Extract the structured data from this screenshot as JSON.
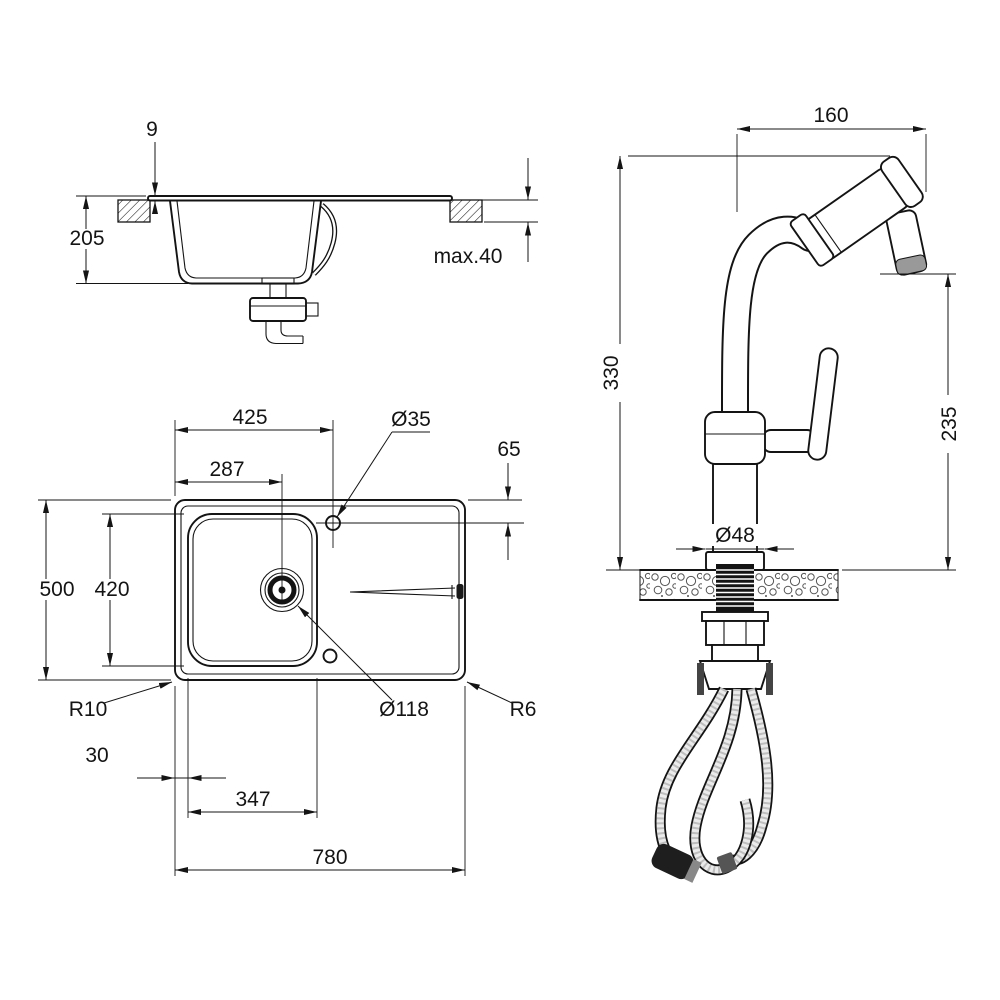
{
  "drawing": {
    "ink_color": "#141414",
    "background_color": "#ffffff",
    "side_view": {
      "rim_height": "9",
      "bowl_depth": "205",
      "counter_thickness": "max.40"
    },
    "top_view": {
      "left_to_hole": "425",
      "hole_diameter": "Ø35",
      "hole_to_edge": "65",
      "left_to_drain": "287",
      "overall_depth": "500",
      "bowl_depth": "420",
      "corner_radius_left": "R10",
      "edge_to_bowl": "30",
      "bowl_width": "347",
      "overall_width": "780",
      "drain_diameter": "Ø118",
      "corner_radius_right": "R6"
    },
    "faucet_view": {
      "spout_reach": "160",
      "overall_height": "330",
      "spout_height": "235",
      "base_diameter": "Ø48"
    }
  }
}
